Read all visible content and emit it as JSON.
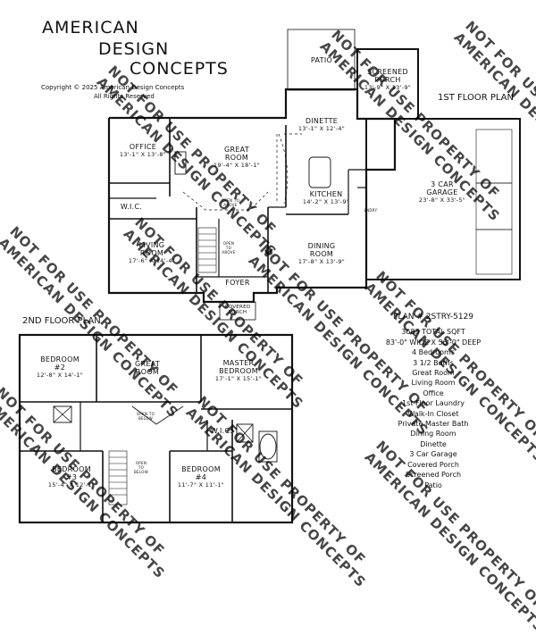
{
  "brand": {
    "line1": "AMERICAN",
    "line2": "DESIGN",
    "line3": "CONCEPTS"
  },
  "copyright": {
    "line1": "Copyright © 2025 American Design Concepts",
    "line2": "All Rights Reserved"
  },
  "floor1": {
    "title": "1ST FLOOR PLAN",
    "rooms": {
      "patio": {
        "name": "PATIO"
      },
      "screened_porch": {
        "name1": "SCREENED",
        "name2": "PORCH",
        "dim": "13'-9\" X 13'-9\""
      },
      "dinette": {
        "name": "DINETTE",
        "dim": "13'-1\" X 12'-4\""
      },
      "office": {
        "name": "OFFICE",
        "dim": "13'-1\" X 13'-8\""
      },
      "great_room": {
        "name1": "GREAT",
        "name2": "ROOM",
        "dim": "19'-4\" X 18'-1\""
      },
      "kitchen": {
        "name": "KITCHEN",
        "dim": "14'-2\" X 13'-9\""
      },
      "garage": {
        "name1": "3 CAR",
        "name2": "GARAGE",
        "dim": "23'-8\" X 33'-5\""
      },
      "wic": {
        "name": "W.I.C."
      },
      "living_room": {
        "name1": "LIVING",
        "name2": "ROOM",
        "dim": "17'-6\" X 14'-4\""
      },
      "dining_room": {
        "name1": "DINING",
        "name2": "ROOM",
        "dim": "17'-8\" X 13'-9\""
      },
      "foyer": {
        "name": "FOYER"
      },
      "covered_porch": {
        "name1": "COVERED",
        "name2": "PORCH"
      },
      "open_above_1": {
        "text1": "OPEN TO",
        "text2": "ABOVE"
      },
      "open_above_2": {
        "text1": "OPEN",
        "text2": "TO",
        "text3": "ABOVE"
      },
      "laundry": {
        "name": "LNDRY"
      }
    }
  },
  "floor2": {
    "title": "2ND FLOOR PLAN",
    "rooms": {
      "bedroom2": {
        "name": "BEDROOM",
        "num": "#2",
        "dim": "12'-8\" X 14'-1\""
      },
      "great_room": {
        "name1": "GREAT",
        "name2": "ROOM"
      },
      "master_bedroom": {
        "name1": "MASTER",
        "name2": "BEDROOM",
        "dim": "17'-1\" X 15'-1\""
      },
      "wic": {
        "name": "W.I.C."
      },
      "bedroom3": {
        "name": "BEDROOM",
        "num": "#3",
        "dim": "15'-4\" X 12'-1\""
      },
      "bedroom4": {
        "name": "BEDROOM",
        "num": "#4",
        "dim": "11'-7\" X 11'-1\""
      },
      "open_below_1": {
        "text1": "OPEN TO",
        "text2": "BELOW"
      },
      "open_below_2": {
        "text1": "OPEN",
        "text2": "TO",
        "text3": "BELOW"
      }
    }
  },
  "specs": {
    "plan_number": "PLAN # 2STRY-5129",
    "sqft": "3683 TOTAL SQFT",
    "size": "83'-0\" WIDE X 56'-0\" DEEP",
    "features": [
      "4 Bedrooms",
      "3 1/2 Baths",
      "Great Room",
      "Living Room",
      "Office",
      "1st Floor Laundry",
      "Walk-In Closet",
      "Private Master Bath",
      "Dining Room",
      "Dinette",
      "3 Car Garage",
      "Covered Porch",
      "Screened Porch",
      "Patio"
    ]
  },
  "watermarks": [
    {
      "line1": "NOT FOR USE PROPERTY OF",
      "line2": "AMERICAN DESIGN CONCEPTS"
    }
  ]
}
